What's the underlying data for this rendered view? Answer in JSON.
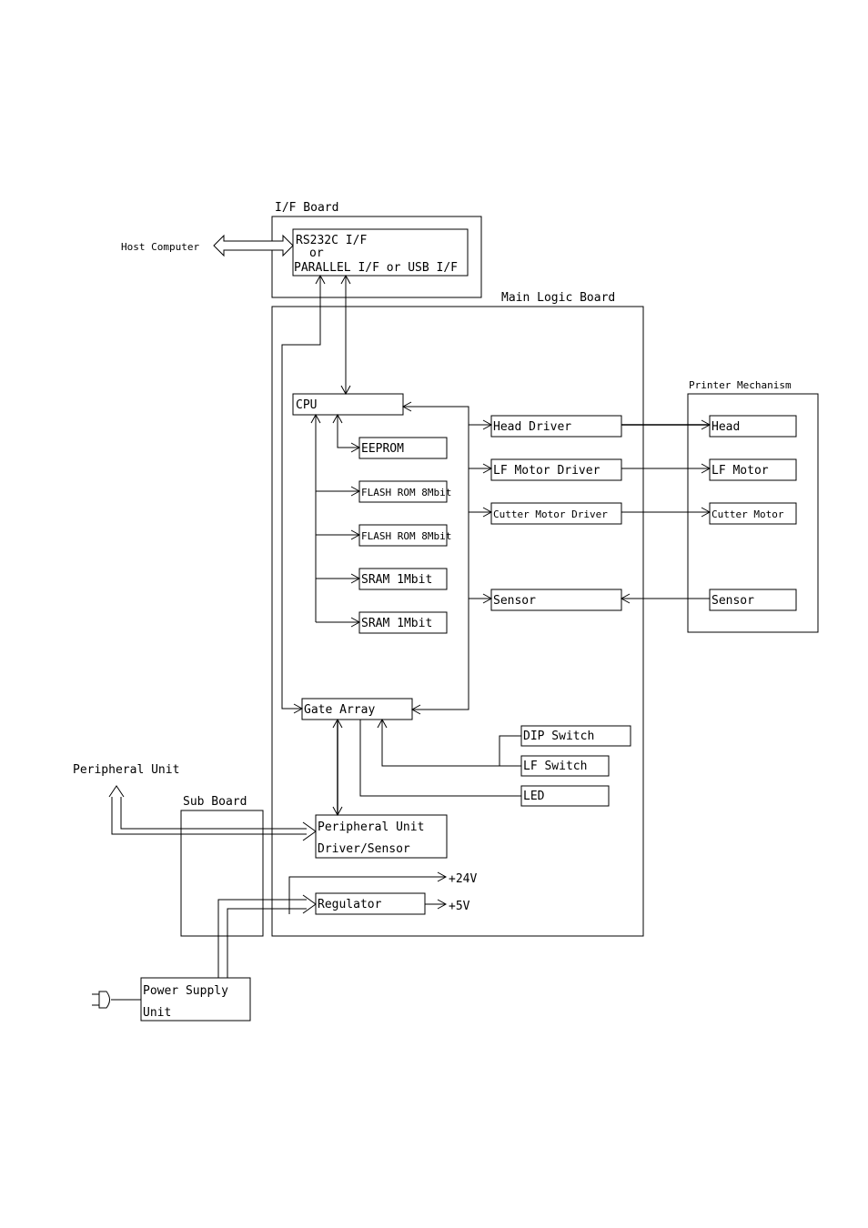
{
  "groups": {
    "if_board": "I/F Board",
    "main_logic_board": "Main Logic Board",
    "printer_mechanism": "Printer Mechanism",
    "sub_board": "Sub Board"
  },
  "external": {
    "host_computer": "Host Computer",
    "peripheral_unit": "Peripheral Unit"
  },
  "interface": {
    "line1": "RS232C I/F",
    "line2": "or",
    "line3": "PARALLEL I/F or USB I/F"
  },
  "blocks": {
    "cpu": "CPU",
    "eeprom": "EEPROM",
    "flash_rom_1": "FLASH ROM 8Mbit",
    "flash_rom_2": "FLASH ROM 8Mbit",
    "sram_1": "SRAM 1Mbit",
    "sram_2": "SRAM 1Mbit",
    "head_driver": "Head Driver",
    "lf_motor_driver": "LF Motor Driver",
    "cutter_motor_driver": "Cutter Motor Driver",
    "sensor_main": "Sensor",
    "gate_array": "Gate Array",
    "dip_switch": "DIP Switch",
    "lf_switch": "LF Switch",
    "led": "LED",
    "peripheral_driver_line1": "Peripheral Unit",
    "peripheral_driver_line2": "Driver/Sensor",
    "regulator": "Regulator",
    "power_supply_line1": "Power Supply",
    "power_supply_line2": "Unit"
  },
  "mechanism": {
    "head": "Head",
    "lf_motor": "LF Motor",
    "cutter_motor": "Cutter Motor",
    "sensor": "Sensor"
  },
  "rails": {
    "plus24v": "+24V",
    "plus5v": "+5V"
  }
}
